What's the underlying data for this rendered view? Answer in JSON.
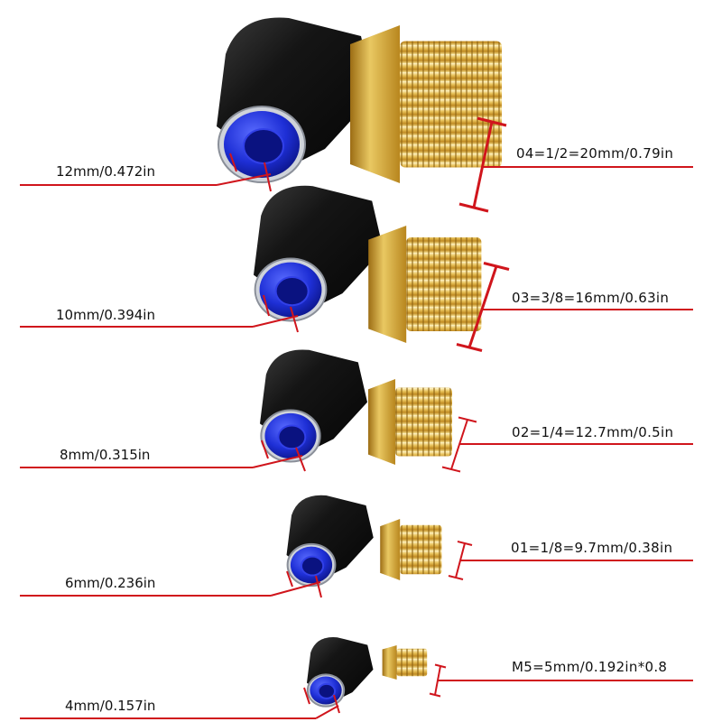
{
  "colors": {
    "dimension_line": "#d0151c",
    "body": "#111111",
    "brass": "#d8b24a",
    "collet": "#1f2ee0",
    "background": "#ffffff"
  },
  "fittings": [
    {
      "tube_label": "12mm/0.472in",
      "thread_label": "04=1/2=20mm/0.79in"
    },
    {
      "tube_label": "10mm/0.394in",
      "thread_label": "03=3/8=16mm/0.63in"
    },
    {
      "tube_label": "8mm/0.315in",
      "thread_label": "02=1/4=12.7mm/0.5in"
    },
    {
      "tube_label": "6mm/0.236in",
      "thread_label": "01=1/8=9.7mm/0.38in"
    },
    {
      "tube_label": "4mm/0.157in",
      "thread_label": "M5=5mm/0.192in*0.8"
    }
  ]
}
